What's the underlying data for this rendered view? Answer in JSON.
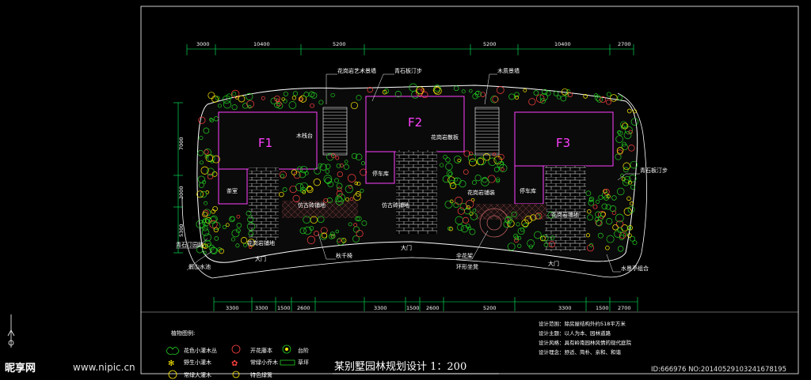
{
  "buildings": [
    "F1",
    "F2",
    "F3"
  ],
  "dimensions_top": [
    "3000",
    "10400",
    "5200",
    "5200",
    "10400",
    "2700"
  ],
  "dimensions_left": [
    "7000",
    "3000",
    "5300"
  ],
  "dimensions_bottom": [
    "3300",
    "3300",
    "1500",
    "2600",
    "3300",
    "1500",
    "2600",
    "5200",
    "3300",
    "1500",
    "2700"
  ],
  "labels": {
    "huagang_art": "花岗岩艺术景墙",
    "qingshi_top": "青石板汀步",
    "mumo_wall": "木质景墙",
    "muzhuangtai": "木栈台",
    "huachiban": "花岗岩散板",
    "chaoshi": "茶室",
    "tingcheku1": "停车库",
    "tingcheku2": "停车库",
    "qingshi_right": "青石板汀步",
    "gushi": "仿古砖铺地",
    "huagang_pu": "花岗岩铺装",
    "fanggu2": "仿古砖铺地",
    "huagang_pu2": "花岗岩铺地",
    "qingshi_left": "青石汀园路",
    "huagang_gate": "花岗岩铺地",
    "jiashan": "假山水池",
    "damen1": "大门",
    "damen2": "大门",
    "damen3": "大门",
    "qiuqian": "秋千椅",
    "sanhua": "伞花架",
    "huanxing": "环形坐凳",
    "shuijing": "水景亭组合"
  },
  "legend_title": "植物图例:",
  "legend": [
    {
      "icon": "shrub-icon",
      "label": "花色小灌木丛"
    },
    {
      "icon": "small-tree-icon",
      "label": "开花藤本"
    },
    {
      "icon": "flower-icon",
      "label": "台阶"
    },
    {
      "icon": "star-icon",
      "label": "野生小灌木"
    },
    {
      "icon": "leaf-icon",
      "label": "常绿小乔木"
    },
    {
      "icon": "lawn-icon",
      "label": "草坪"
    },
    {
      "icon": "tree-icon",
      "label": "常绿大灌木"
    },
    {
      "icon": "flower-bed-icon",
      "label": "特色绿篱"
    }
  ],
  "title": "某别墅园林规划设计  1：200",
  "notes": [
    "设计范围：除房屋结构外约518平方米",
    "设计主题：以人为本、园林道路",
    "设计风格：具有岭南园林风情的现代庭院",
    "设计理念：舒适、简朴、亲和、和谐"
  ],
  "watermark": "昵享网",
  "watermark_url": "www.nipic.cn",
  "image_id": "ID:666976 NO:20140529103241678195",
  "colors": {
    "line": "#ffffff",
    "building": "#ff40ff",
    "plant": "#22cc22",
    "flower": "#ffee00",
    "dim": "#00ff66"
  }
}
